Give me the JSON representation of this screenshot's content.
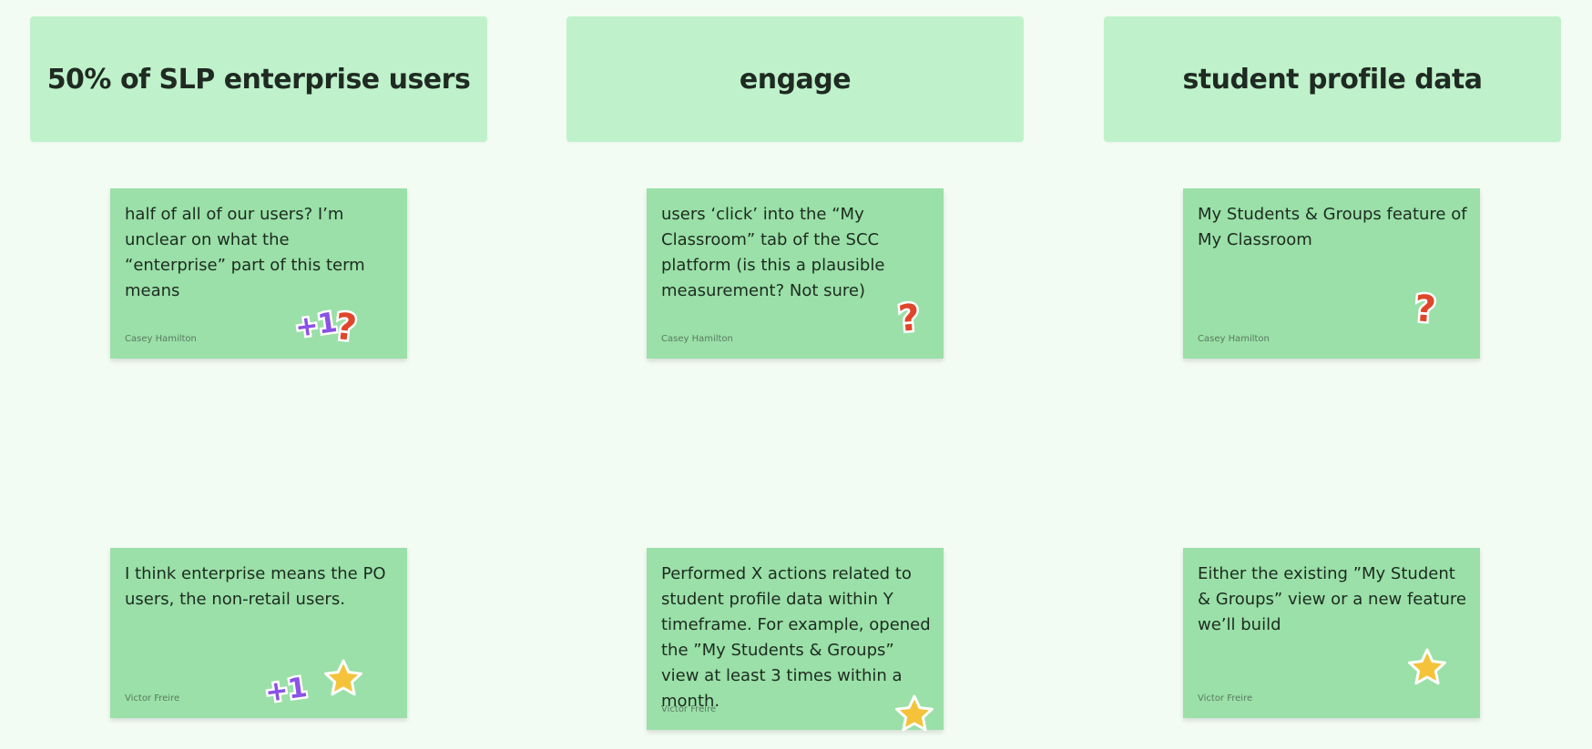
{
  "headers": [
    {
      "label": "50% of SLP enterprise users"
    },
    {
      "label": "engage"
    },
    {
      "label": "student profile data"
    }
  ],
  "notes": [
    {
      "text": "half of all of our users? I’m unclear on what the “enterprise” part of this term means",
      "author": "Casey Hamilton",
      "stickers": [
        "plus-one-icon",
        "question-mark-icon"
      ]
    },
    {
      "text": "users ‘click’ into the “My Classroom” tab of the SCC platform (is this a plausible measurement? Not sure)",
      "author": "Casey Hamilton",
      "stickers": [
        "question-mark-icon"
      ]
    },
    {
      "text": "My Students & Groups feature of My Classroom",
      "author": "Casey Hamilton",
      "stickers": [
        "question-mark-icon"
      ]
    },
    {
      "text": "I think enterprise means the PO users, the non-retail users.",
      "author": "Victor Freire",
      "stickers": [
        "plus-one-icon",
        "star-icon"
      ]
    },
    {
      "text": "Performed X actions related to student profile data within Y timeframe. For example, opened the ”My Students & Groups” view at least 3 times within a month.",
      "author": "Victor Freire",
      "stickers": [
        "star-icon"
      ]
    },
    {
      "text": "Either the existing ”My Student & Groups” view or a new feature we’ll build",
      "author": "Victor Freire",
      "stickers": [
        "star-icon"
      ]
    }
  ],
  "colors": {
    "background": "#f3fcf3",
    "header": "#bff2cb",
    "sticky_note": "#9ae0a8",
    "question_sticker": "#e0462a",
    "plus_one_sticker": "#8a52e6",
    "star_sticker": "#f5c33a"
  }
}
